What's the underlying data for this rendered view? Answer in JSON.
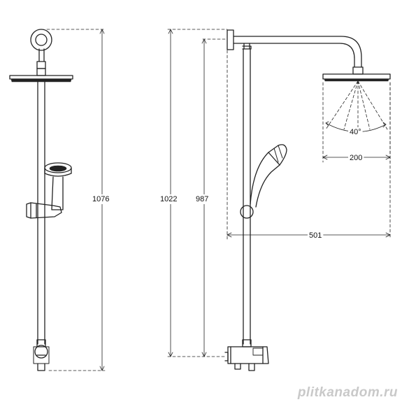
{
  "figure": {
    "type": "technical-drawing",
    "subject": "shower-column",
    "views": [
      "front-view",
      "side-view"
    ],
    "line_color": "#222222",
    "background": "#ffffff"
  },
  "dimensions": {
    "front_total_height": "1076",
    "side_total_height": "1022",
    "side_outlet_height": "987",
    "spray_angle": "40°",
    "head_width": "200",
    "arm_projection": "501"
  },
  "watermark": {
    "text": "plitkanadom.ru",
    "color": "#c9c9c9"
  },
  "icons": {
    "shower-head": "overhead-head-shape",
    "hand-shower": "handheld-head-shape",
    "mixer": "thermostat-valve-shape"
  }
}
